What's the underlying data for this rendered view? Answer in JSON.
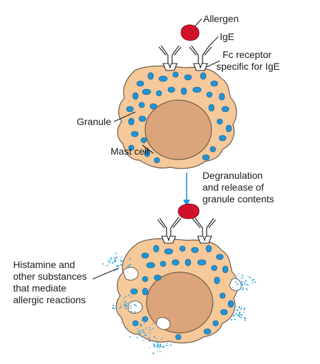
{
  "labels": {
    "allergen": "Allergen",
    "ige": "IgE",
    "fc_line1": "Fc receptor",
    "fc_line2": "specific for IgE",
    "granule": "Granule",
    "mast_cell": "Mast cell",
    "step_line1": "Degranulation",
    "step_line2": "and release of",
    "step_line3": "granule contents",
    "mediators_line1": "Histamine and",
    "mediators_line2": "other substances",
    "mediators_line3": "that mediate",
    "mediators_line4": "allergic reactions"
  },
  "colors": {
    "cell_membrane": "#f6c99a",
    "nucleus": "#dba47a",
    "granule": "#1f95d8",
    "allergen": "#d0112b",
    "arrow": "#1f95d8"
  }
}
